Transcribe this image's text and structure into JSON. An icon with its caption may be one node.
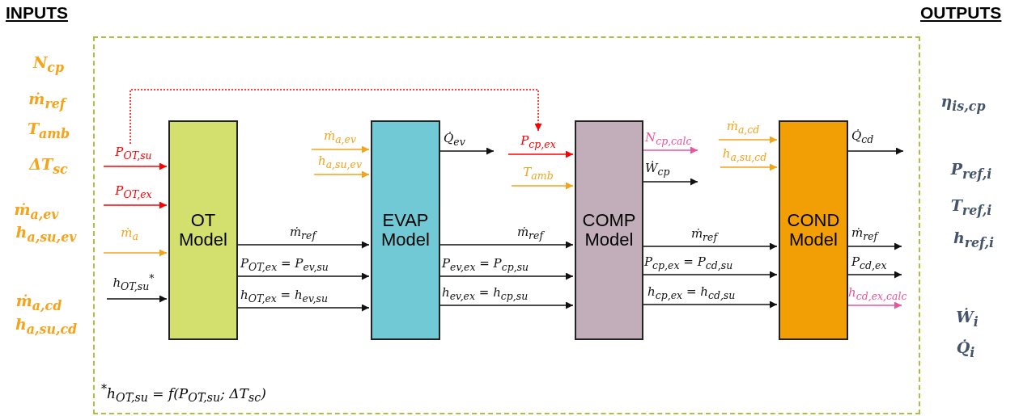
{
  "diagram": {
    "nodes": [
      {
        "text": [
          "$^{*}$h$_{OT,su}$ = f(P$_{OT,su}$; ΔT$_{sc}$)"
        ]
      },
      {
        "text": [
          "OT Model"
        ],
        "in": 0
      },
      {
        "text": [
          "EVAP Model"
        ],
        "in": 0
      },
      {
        "text": [
          "COMP Model"
        ],
        "in": 0
      },
      {
        "text": [
          "COND Model"
        ],
        "in": 0
      }
    ],
    "edges": [
      {
        "from": null,
        "to": 1,
        "arrow": "to",
        "label": "P$_{OT,su}$",
        "color": "#ff0000"
      },
      {
        "from": null,
        "to": 1,
        "arrow": "to",
        "label": "P$_{OT,ex}$",
        "color": "#ff0000"
      },
      {
        "from": null,
        "to": 1,
        "arrow": "to",
        "label": "ṁ$_{a}$",
        "color": "#f5a31a"
      },
      {
        "from": null,
        "to": 1,
        "arrow": "to",
        "label": "h$_{OT,su}$$^{*}$"
      },
      {
        "from": 1,
        "to": 2,
        "arrow": "to",
        "label": "ṁ$_{ref}$"
      },
      {
        "from": 1,
        "to": 2,
        "arrow": "to",
        "label": "P$_{OT,ex}$ = P$_{ev,su}$"
      },
      {
        "from": 1,
        "to": 2,
        "arrow": "to",
        "label": "h$_{OT,ex}$ = h$_{ev,su}$"
      },
      {
        "from": null,
        "to": 2,
        "arrow": "to",
        "label": "ṁ$_{a,ev}$",
        "color": "#f5a31a"
      },
      {
        "from": null,
        "to": 2,
        "arrow": "to",
        "label": "h$_{a,su,ev}$",
        "color": "#f5a31a"
      },
      {
        "from": 2,
        "to": null,
        "arrow": "to",
        "label": "Q̇$_{ev}$"
      },
      {
        "from": null,
        "to": 3,
        "arrow": "to",
        "label": "P$_{cp,ex}$",
        "color": "#ff0000"
      },
      {
        "from": null,
        "to": 3,
        "arrow": "to",
        "label": "T$_{amb}$",
        "color": "#f5a31a"
      },
      {
        "from": 2,
        "to": 3,
        "arrow": "to",
        "label": "ṁ$_{ref}$"
      },
      {
        "from": 2,
        "to": 3,
        "arrow": "to",
        "label": "P$_{ev,ex}$ = P$_{cp,su}$"
      },
      {
        "from": 2,
        "to": 3,
        "arrow": "to",
        "label": "h$_{ev,ex}$ = h$_{cp,su}$"
      },
      {
        "from": 3,
        "to": null,
        "arrow": "to",
        "label": "N$_{cp,calc}$",
        "color": "#e8559a"
      },
      {
        "from": 3,
        "to": null,
        "arrow": "to",
        "label": "Ẇ$_{cp}$"
      },
      {
        "from": null,
        "to": 4,
        "arrow": "to",
        "label": "ṁ$_{a,cd}$",
        "color": "#f5a31a"
      },
      {
        "from": null,
        "to": 4,
        "arrow": "to",
        "label": "h$_{a,su,cd}$",
        "color": "#f5a31a"
      },
      {
        "from": 3,
        "to": 4,
        "arrow": "to",
        "label": "ṁ$_{ref}$"
      },
      {
        "from": 3,
        "to": 4,
        "arrow": "to",
        "label": "P$_{cp,ex}$ = P$_{cd,su}$"
      },
      {
        "from": 3,
        "to": 4,
        "arrow": "to",
        "label": "h$_{cp,ex}$ = h$_{cd,su}$"
      },
      {
        "from": 4,
        "to": null,
        "arrow": "to",
        "label": "Q̇$_{cd}$"
      },
      {
        "from": 4,
        "to": null,
        "arrow": "to",
        "label": "ṁ$_{ref}$"
      },
      {
        "from": 4,
        "to": null,
        "arrow": "to",
        "label": "P$_{cd,ex}$"
      },
      {
        "from": 4,
        "to": null,
        "arrow": "to",
        "label": "h$_{cd,ex,calc}$",
        "color": "#e8559a"
      },
      {
        "from": null,
        "to": 3,
        "arrow": "to",
        "style": "dashed",
        "color": "#ff0000"
      }
    ],
    "labels": [
      "INPUTS",
      "N$_{cp}$",
      "ṁ$_{ref}$",
      "T$_{amb}$",
      "ΔT$_{sc}$",
      "ṁ$_{a,ev}$",
      "h$_{a,su,ev}$",
      "ṁ$_{a,cd}$",
      "h$_{a,su,cd}$",
      "OUTPUTS",
      "η$_{is,cp}$",
      "P$_{ref,i}$",
      "T$_{ref,i}$",
      "h$_{ref,i}$",
      "Ẇ$_{i}$",
      "Q̇$_{i}$"
    ]
  }
}
